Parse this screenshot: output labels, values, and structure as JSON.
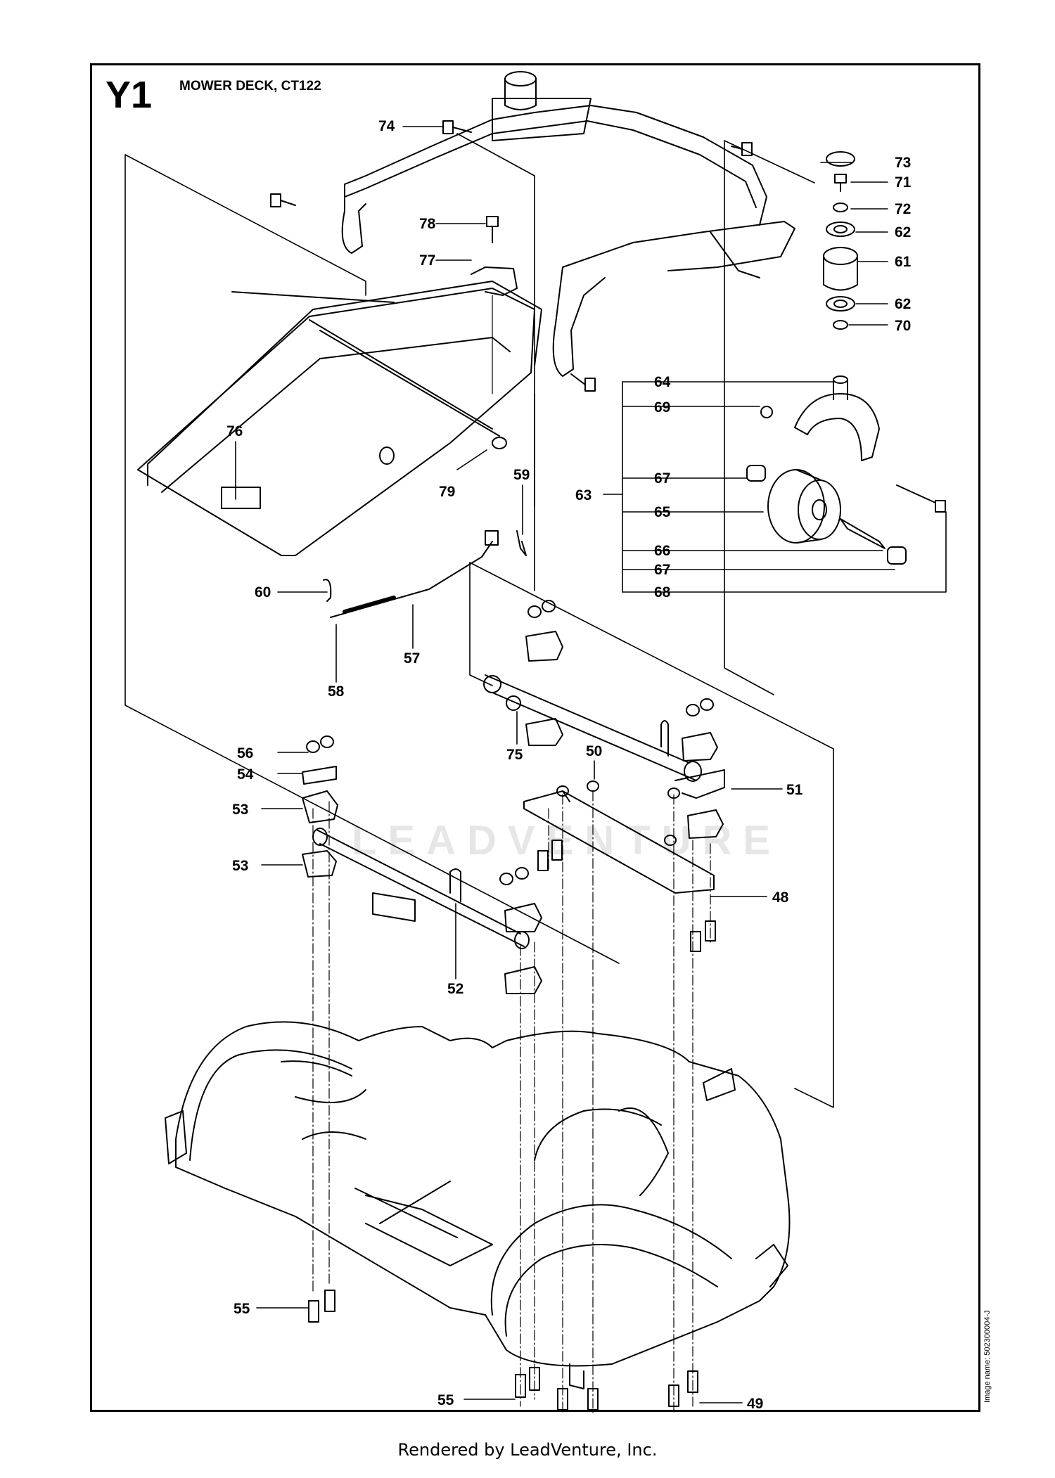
{
  "diagram": {
    "section_code": "Y1",
    "title": "MOWER DECK, CT122",
    "image_name": "Image name: 502300004-J",
    "footer": "Rendered by LeadVenture, Inc.",
    "watermark": "LEADVENTURE"
  },
  "callouts": [
    {
      "id": "74",
      "label": "74"
    },
    {
      "id": "73",
      "label": "73"
    },
    {
      "id": "71",
      "label": "71"
    },
    {
      "id": "72",
      "label": "72"
    },
    {
      "id": "78",
      "label": "78"
    },
    {
      "id": "62a",
      "label": "62"
    },
    {
      "id": "77",
      "label": "77"
    },
    {
      "id": "61",
      "label": "61"
    },
    {
      "id": "62b",
      "label": "62"
    },
    {
      "id": "70",
      "label": "70"
    },
    {
      "id": "76",
      "label": "76"
    },
    {
      "id": "64",
      "label": "64"
    },
    {
      "id": "69",
      "label": "69"
    },
    {
      "id": "79",
      "label": "79"
    },
    {
      "id": "59",
      "label": "59"
    },
    {
      "id": "67a",
      "label": "67"
    },
    {
      "id": "63",
      "label": "63"
    },
    {
      "id": "65",
      "label": "65"
    },
    {
      "id": "60",
      "label": "60"
    },
    {
      "id": "66",
      "label": "66"
    },
    {
      "id": "67b",
      "label": "67"
    },
    {
      "id": "68",
      "label": "68"
    },
    {
      "id": "57",
      "label": "57"
    },
    {
      "id": "58",
      "label": "58"
    },
    {
      "id": "56",
      "label": "56"
    },
    {
      "id": "75",
      "label": "75"
    },
    {
      "id": "50",
      "label": "50"
    },
    {
      "id": "54",
      "label": "54"
    },
    {
      "id": "51",
      "label": "51"
    },
    {
      "id": "53a",
      "label": "53"
    },
    {
      "id": "53b",
      "label": "53"
    },
    {
      "id": "48",
      "label": "48"
    },
    {
      "id": "52",
      "label": "52"
    },
    {
      "id": "55a",
      "label": "55"
    },
    {
      "id": "55b",
      "label": "55"
    },
    {
      "id": "49",
      "label": "49"
    }
  ]
}
